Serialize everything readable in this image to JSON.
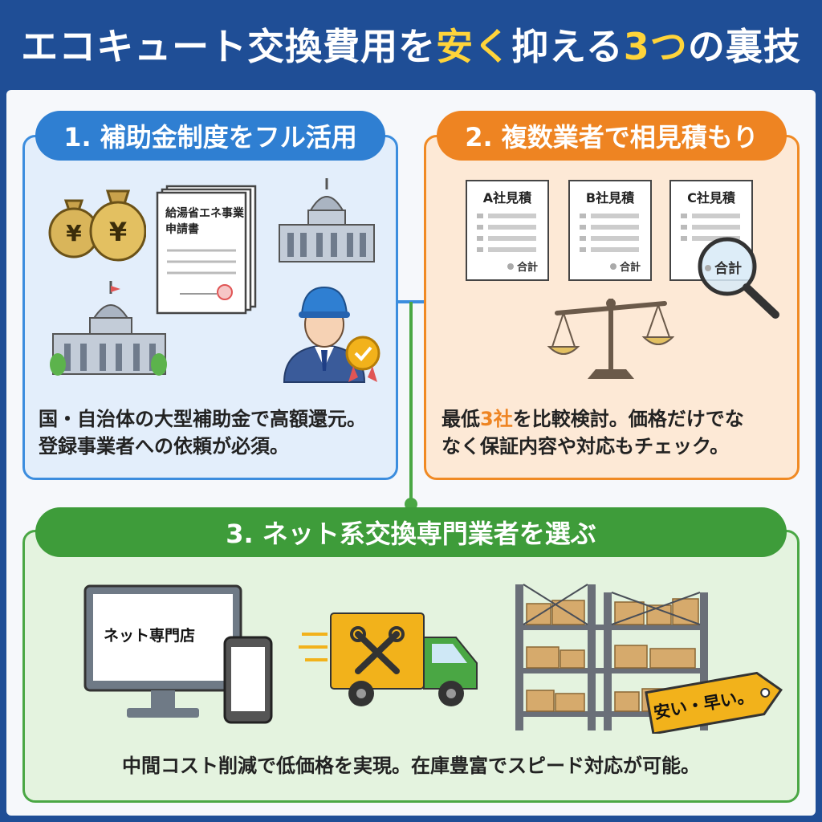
{
  "header": {
    "title_part1": "エコキュート交換費用を",
    "title_highlight1": "安く",
    "title_part2": "抑える",
    "title_highlight2": "3つ",
    "title_part3": "の裏技"
  },
  "sections": [
    {
      "heading": "1. 補助金制度をフル活用",
      "doc_title_line1": "給湯省エネ事業",
      "doc_title_line2": "申請書",
      "coin_symbol": "¥",
      "description_line1": "国・自治体の大型補助金で高額還元。",
      "description_line2": "登録事業者への依頼が必須。"
    },
    {
      "heading": "2. 複数業者で相見積もり",
      "estimates": [
        {
          "label": "A社見積",
          "total": "合計"
        },
        {
          "label": "B社見積",
          "total": "合計"
        },
        {
          "label": "C社見積",
          "total": "合計"
        }
      ],
      "description_pre": "最低",
      "description_highlight": "3社",
      "description_post": "を比較検討。価格だけでな",
      "description_line2": "なく保証内容や対応もチェック。"
    },
    {
      "heading": "3. ネット系交換専門業者を選ぶ",
      "screen_text": "ネット専門店",
      "tag_text": "安い・早い。",
      "description": "中間コスト削減で低価格を実現。在庫豊富でスピード対応が可能。"
    }
  ],
  "colors": {
    "header_bg": "#1f4e96",
    "blue": "#2f7fd2",
    "orange": "#ee8422",
    "green": "#3e9c3a",
    "highlight_yellow": "#ffd43a"
  }
}
